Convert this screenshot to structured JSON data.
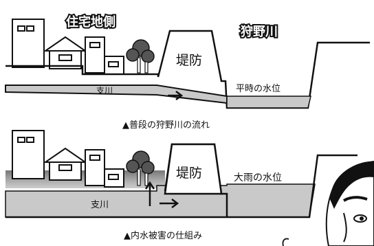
{
  "panel_top": {
    "area_left": "住宅地側",
    "area_right": "狩野川",
    "levee": "堤防",
    "branch": "支川",
    "water_level": "平時の水位",
    "caption": "▲普段の狩野川の流れ"
  },
  "panel_bottom": {
    "levee": "堤防",
    "branch": "支川",
    "water_level": "大雨の水位",
    "caption": "▲内水被害の仕組み"
  },
  "colors": {
    "ink": "#111111",
    "water": "#c9c9c9",
    "water_light": "#e2e2e2",
    "tree": "#555555",
    "flood": "#8a8a8a"
  }
}
